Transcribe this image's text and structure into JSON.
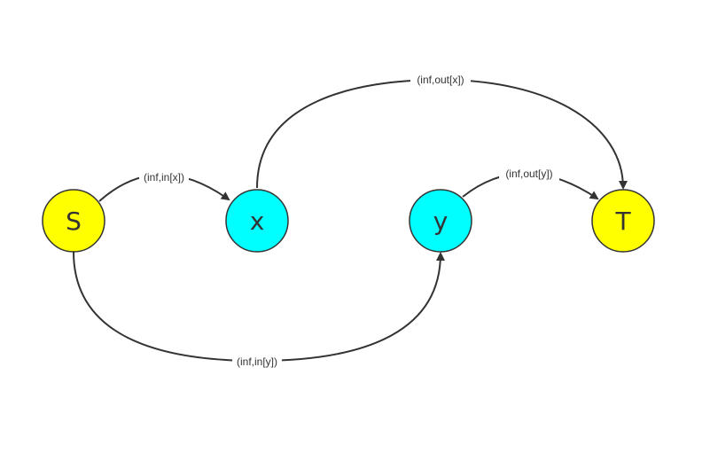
{
  "colors": {
    "terminal_fill": "#FFFF00",
    "inner_fill": "#00FFFF",
    "stroke": "#333333",
    "background": "#FFFFFF"
  },
  "nodes": {
    "S": {
      "label": "S",
      "kind": "terminal"
    },
    "x": {
      "label": "x",
      "kind": "inner"
    },
    "y": {
      "label": "y",
      "kind": "inner"
    },
    "T": {
      "label": "T",
      "kind": "terminal"
    }
  },
  "edges": {
    "s_to_x": {
      "from": "S",
      "to": "x",
      "label": "(inf,in[x])"
    },
    "x_to_t": {
      "from": "x",
      "to": "T",
      "label": "(inf,out[x])"
    },
    "y_to_t": {
      "from": "y",
      "to": "T",
      "label": "(inf,out[y])"
    },
    "s_to_y": {
      "from": "S",
      "to": "y",
      "label": "(inf,in[y])"
    }
  }
}
